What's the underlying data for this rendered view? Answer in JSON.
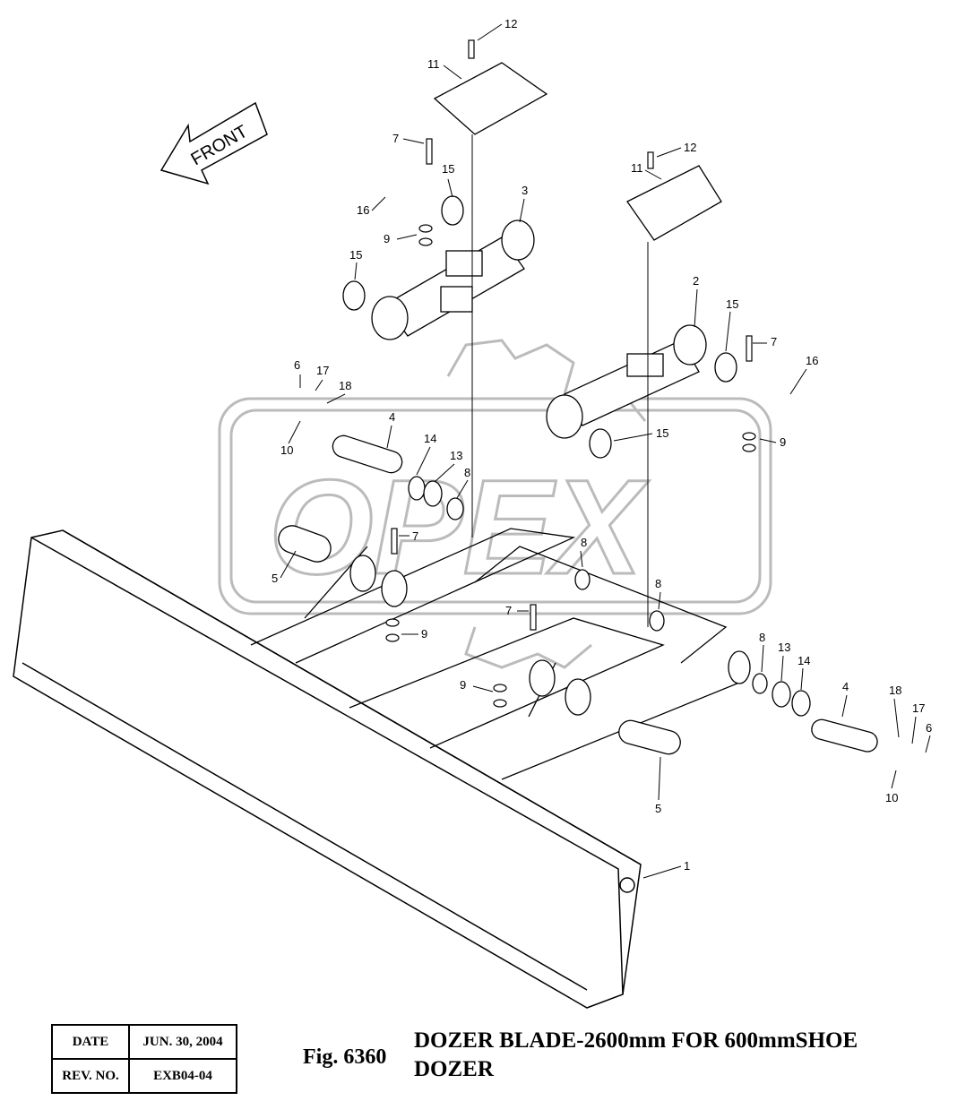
{
  "watermark": "OPEX",
  "front_arrow_label": "FRONT",
  "callouts": [
    "12",
    "11",
    "7",
    "15",
    "16",
    "3",
    "9",
    "15",
    "12",
    "11",
    "2",
    "15",
    "7",
    "16",
    "6",
    "17",
    "18",
    "4",
    "10",
    "14",
    "13",
    "8",
    "15",
    "9",
    "7",
    "5",
    "8",
    "8",
    "7",
    "9",
    "9",
    "8",
    "13",
    "14",
    "4",
    "18",
    "17",
    "6",
    "10",
    "5",
    "1"
  ],
  "title_block": {
    "date_label": "DATE",
    "date_value": "JUN. 30, 2004",
    "rev_label": "REV. NO.",
    "rev_value": "EXB04-04"
  },
  "figure": {
    "number": "Fig. 6360",
    "title_line1": "DOZER BLADE-2600mm FOR 600mmSHOE",
    "title_line2": "DOZER"
  }
}
